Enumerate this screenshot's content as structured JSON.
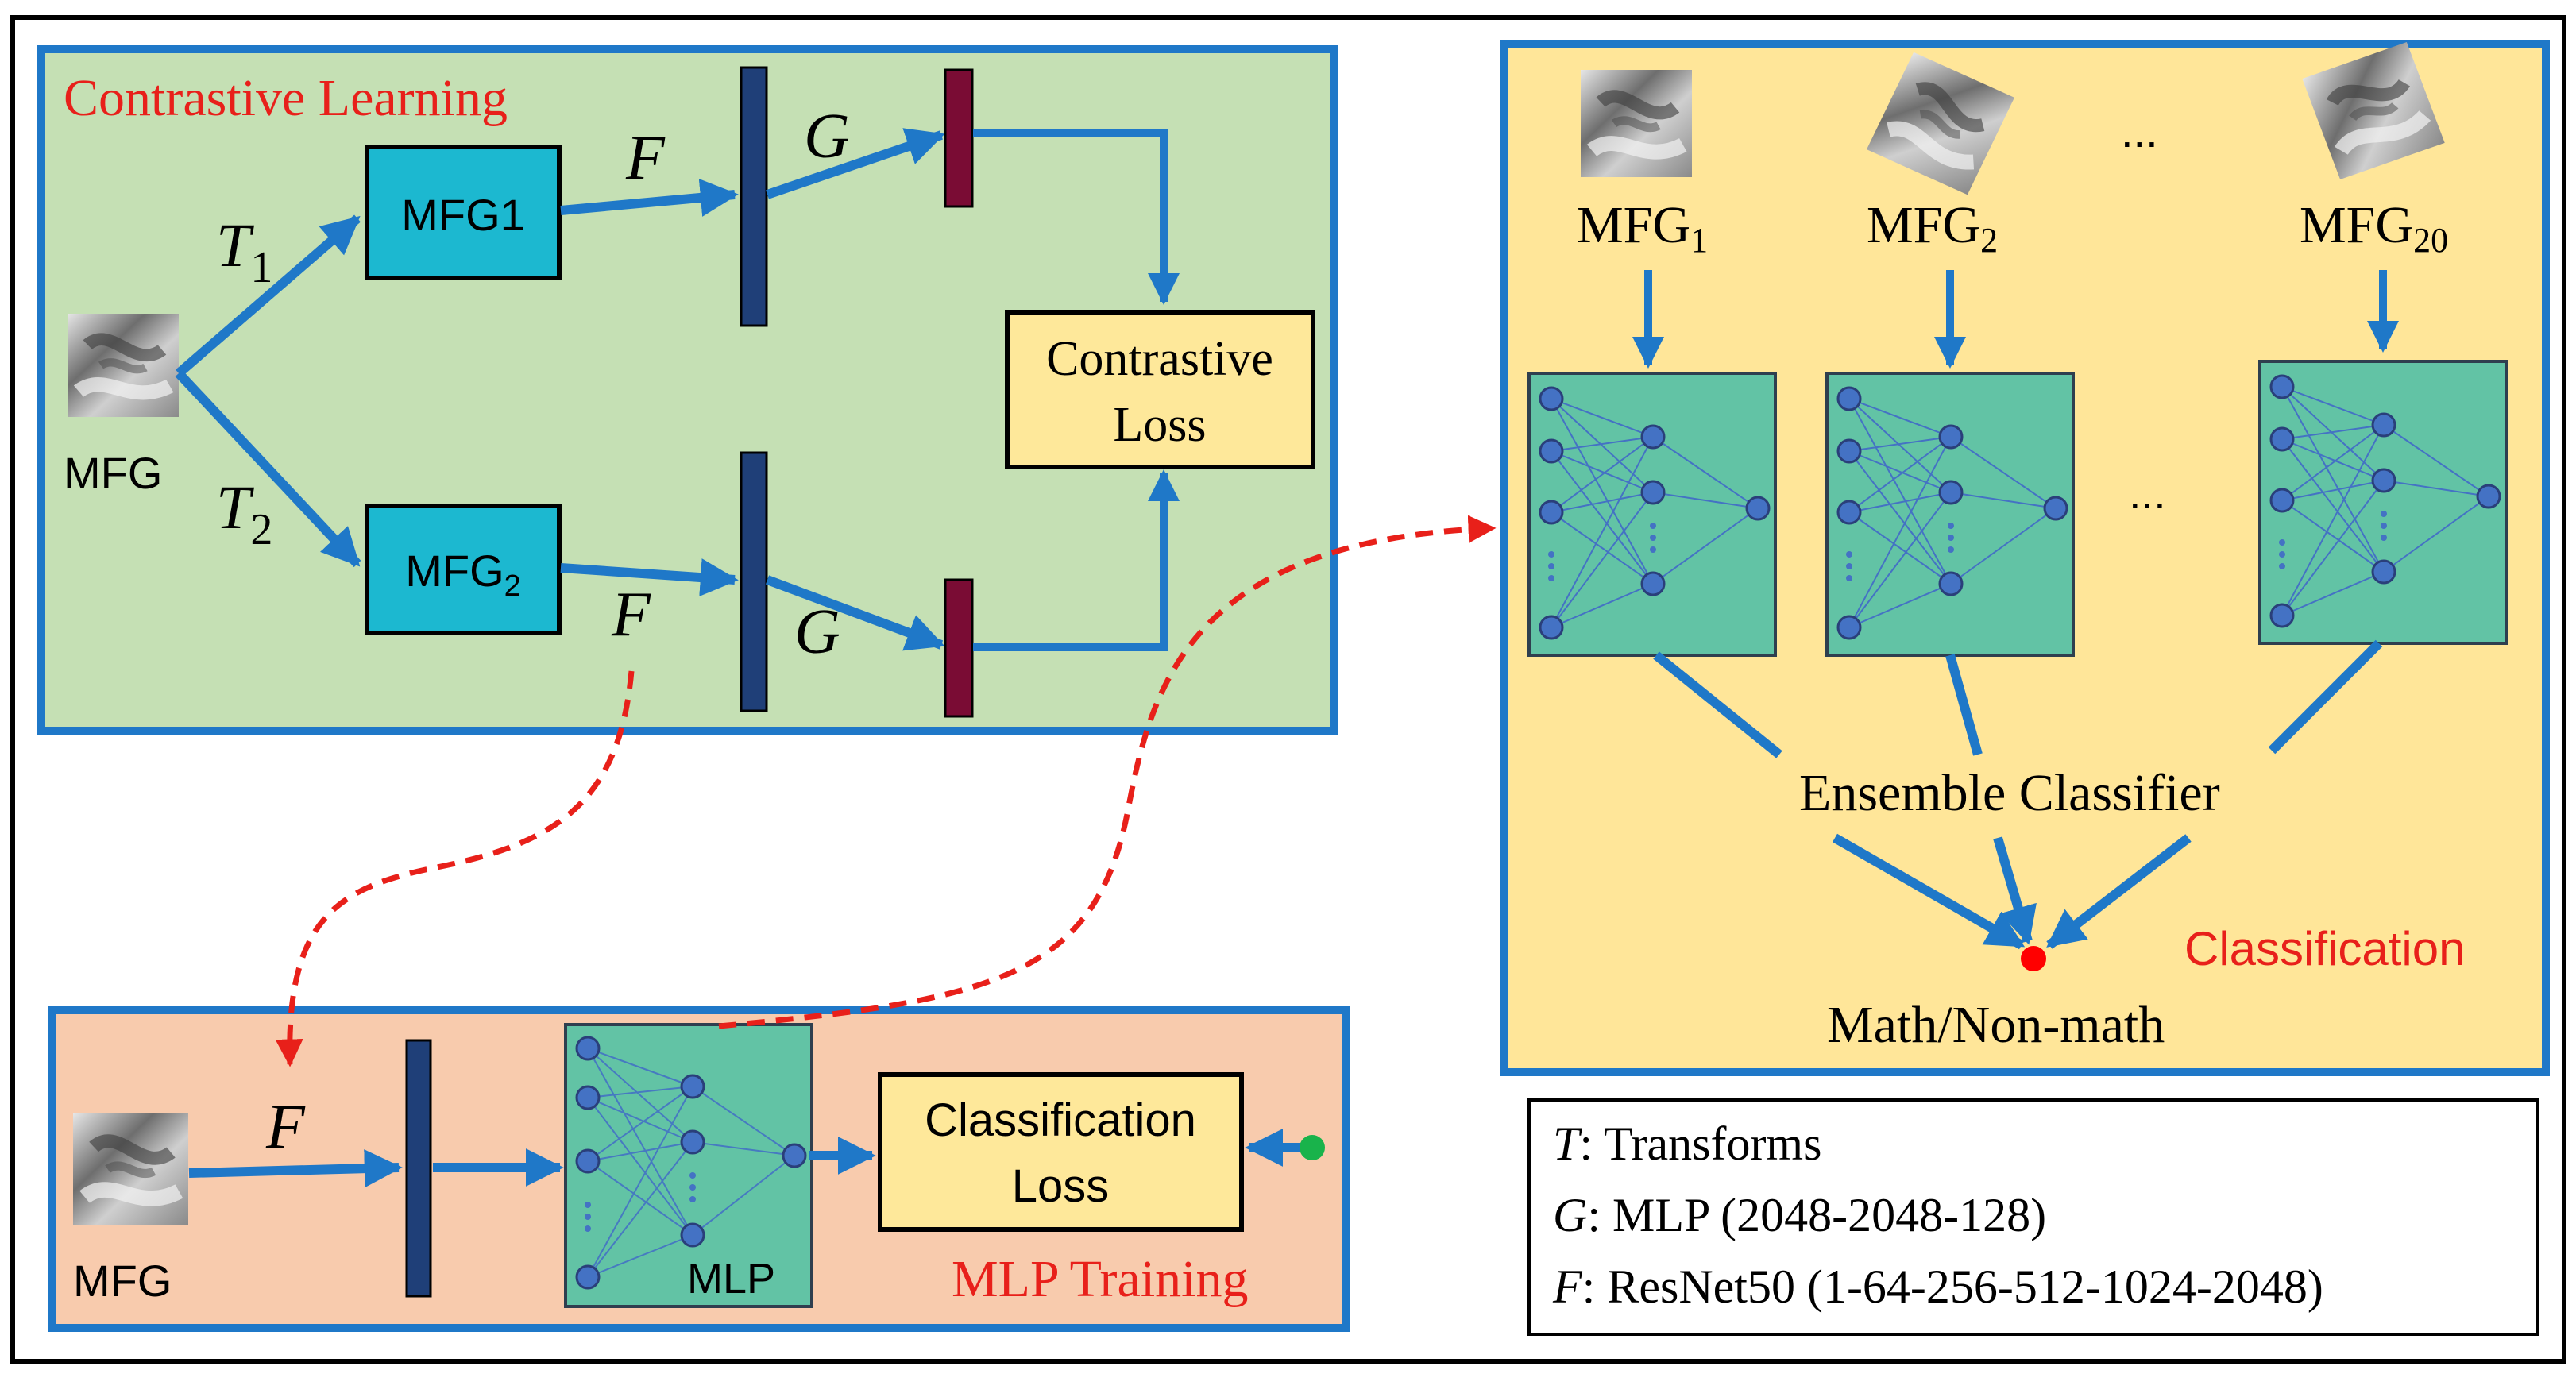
{
  "colors": {
    "panel_border": "#1f78c8",
    "arrow": "#1f78c8",
    "contrastive_bg": "#c5e0b4",
    "mlp_training_bg": "#f8cbad",
    "classification_bg": "#ffe699",
    "mfg_box": "#1cb8d0",
    "loss_box": "#fee89a",
    "encoder_bar": "#1f3f78",
    "projection_bar": "#7a0c34",
    "network_fill": "#62c3a5",
    "node": "#4472c4",
    "label_red": "#e8201a",
    "dashed_arrow": "#e8201a",
    "output_dot": "#ff0000",
    "input_dot": "#19b34b"
  },
  "contrastive": {
    "title": "Contrastive Learning",
    "input_label": "MFG",
    "t1": "T",
    "t1_sub": "1",
    "t2": "T",
    "t2_sub": "2",
    "box1": "MFG1",
    "box2": "MFG",
    "box2_sub": "2",
    "f_top": "F",
    "f_bottom": "F",
    "g_top": "G",
    "g_bottom": "G",
    "loss_line1": "Contrastive",
    "loss_line2": "Loss"
  },
  "mlp_training": {
    "title": "MLP Training",
    "input_label": "MFG",
    "f_label": "F",
    "mlp_label": "MLP",
    "loss_line1": "Classification",
    "loss_line2": "Loss"
  },
  "classification": {
    "title": "Classification",
    "mfg_prefix": "MFG",
    "sub1": "1",
    "sub2": "2",
    "sub20": "20",
    "ellipsis_top": "...",
    "ellipsis_mid": "...",
    "ensemble": "Ensemble Classifier",
    "output": "Math/Non-math"
  },
  "legend": {
    "t_key": "T",
    "t_text": ": Transforms",
    "g_key": "G",
    "g_text": ": MLP (2048-2048-128)",
    "f_key": "F",
    "f_text": ":  ResNet50 (1-64-256-512-1024-2048)"
  }
}
